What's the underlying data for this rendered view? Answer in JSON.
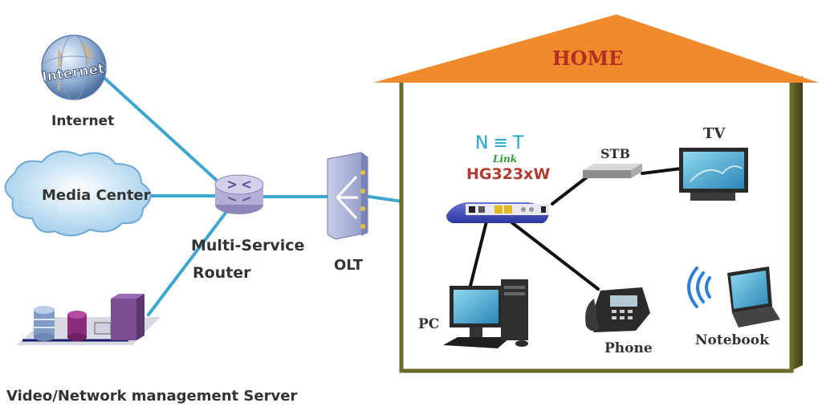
{
  "left": {
    "internet_globe_text": "Internet",
    "internet_label": "Internet",
    "media_center_label": "Media Center",
    "router_label_line1": "Multi-Service",
    "router_label_line2": "Router",
    "olt_label": "OLT",
    "server_label": "Video/Network management Server"
  },
  "home": {
    "title": "HOME",
    "brand_top": "N≡T",
    "brand_sub": "Link",
    "model": "HG323xW",
    "stb_label": "STB",
    "tv_label": "TV",
    "pc_label": "PC",
    "phone_label": "Phone",
    "notebook_label": "Notebook"
  },
  "colors": {
    "roof": "#f08a2c",
    "link_blue": "#3fa6cf",
    "link_black": "#111111",
    "model_red": "#b03a2e",
    "brand_teal": "#1aa6c8",
    "brand_green": "#2e9a3a"
  }
}
